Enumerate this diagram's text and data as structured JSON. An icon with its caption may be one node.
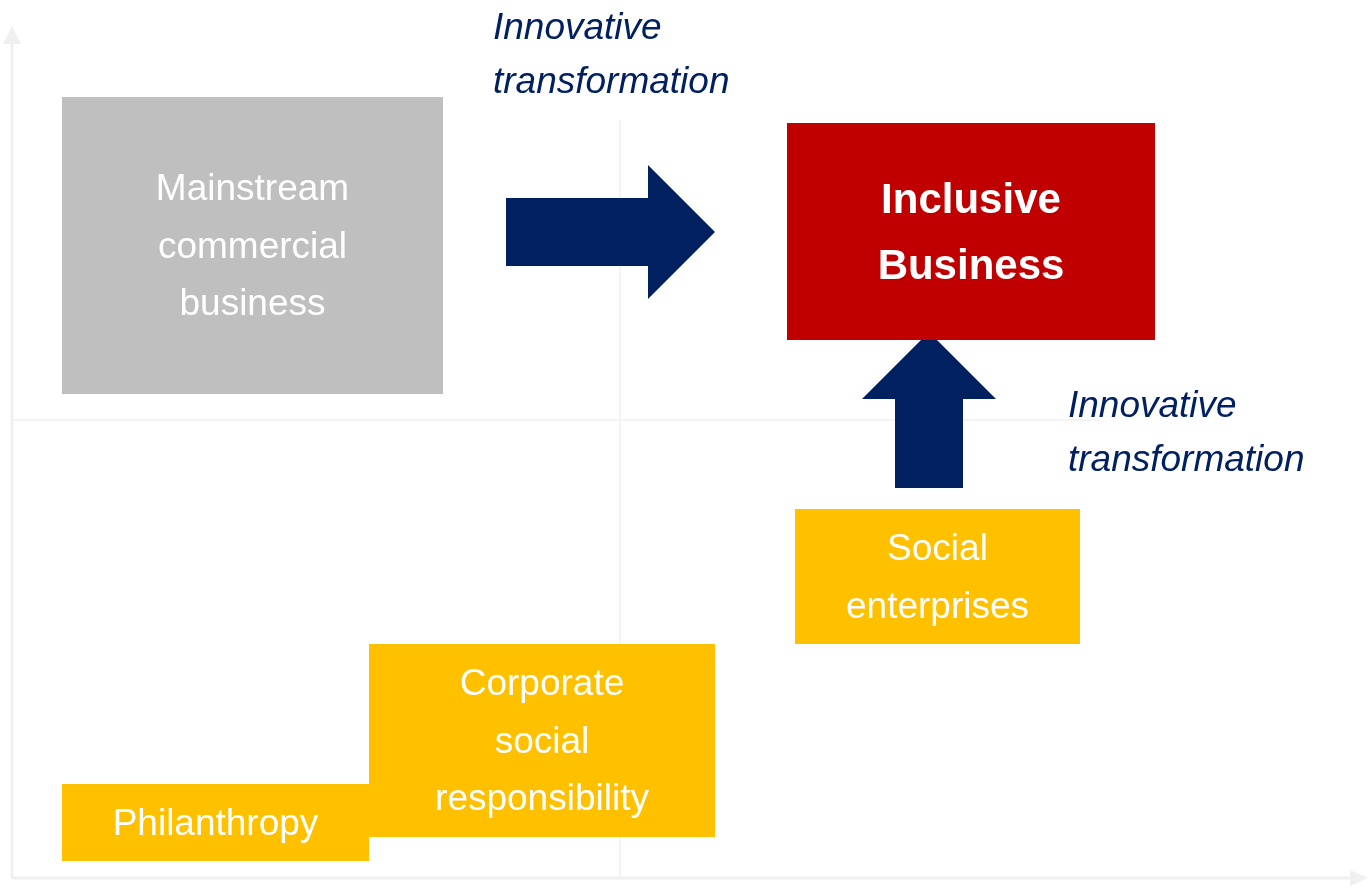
{
  "diagram": {
    "nodes": [
      {
        "text": [
          "Mainstream commercial business"
        ]
      },
      {
        "text": [
          "Inclusive Business"
        ]
      },
      {
        "text": [
          "Social enterprises"
        ]
      },
      {
        "text": [
          "Corporate social responsibility"
        ]
      },
      {
        "text": [
          "Philanthropy"
        ]
      }
    ],
    "edges": [
      {
        "from": 0,
        "to": 1,
        "arrow": "to",
        "label": "Innovative transformation",
        "style": "thick"
      },
      {
        "from": 2,
        "to": 1,
        "arrow": "to",
        "label": "Innovative transformation",
        "style": "thick"
      }
    ]
  }
}
